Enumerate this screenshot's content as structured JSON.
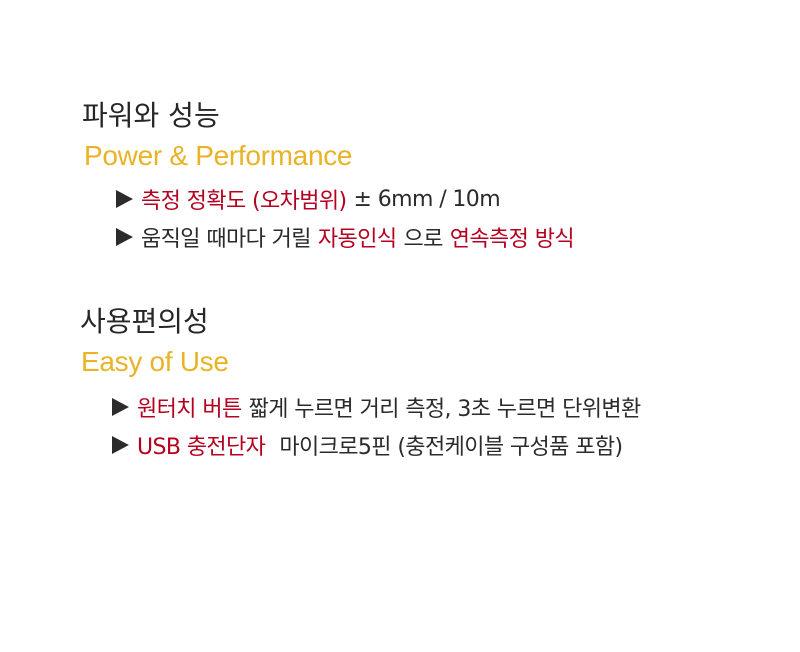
{
  "sections": [
    {
      "title_kor": "파워와 성능",
      "title_eng": "Power & Performance",
      "features": [
        {
          "highlight": "측정 정확도 (오차범위)",
          "text": "± 6mm / 10m",
          "highlight2": "",
          "text2": "",
          "highlight3": ""
        },
        {
          "highlight": "",
          "text": "움직일 때마다 거릴",
          "highlight2": "자동인식",
          "text2": "으로",
          "highlight3": "연속측정 방식"
        }
      ]
    },
    {
      "title_kor": "사용편의성",
      "title_eng": "Easy of Use",
      "features": [
        {
          "highlight": "원터치 버튼",
          "text": "짧게 누르면 거리 측정, 3초 누르면 단위변환"
        },
        {
          "highlight": "USB 충전단자",
          "text": "마이크로5핀 (충전케이블 구성품 포함)"
        }
      ]
    }
  ],
  "colors": {
    "title_eng": "#e9b326",
    "highlight": "#b5001f",
    "text": "#2b2b2b"
  },
  "icons": {
    "bullet": "triangle-right-icon"
  }
}
